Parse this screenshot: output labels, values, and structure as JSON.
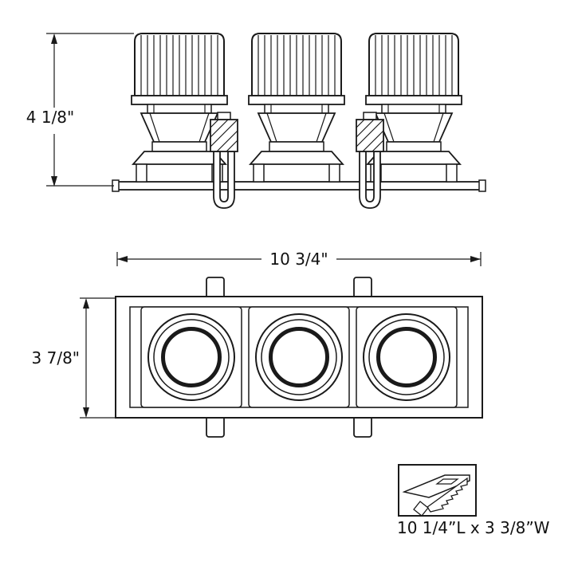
{
  "views": {
    "side": {
      "height_dimension": "4 1/8\""
    },
    "plan": {
      "width_dimension": "10 3/4\"",
      "height_dimension": "3 7/8\""
    }
  },
  "cutout": {
    "label": "10 1/4”L x 3 3/8”W"
  },
  "style": {
    "line_color": "#1a1a1a",
    "background": "#ffffff"
  }
}
